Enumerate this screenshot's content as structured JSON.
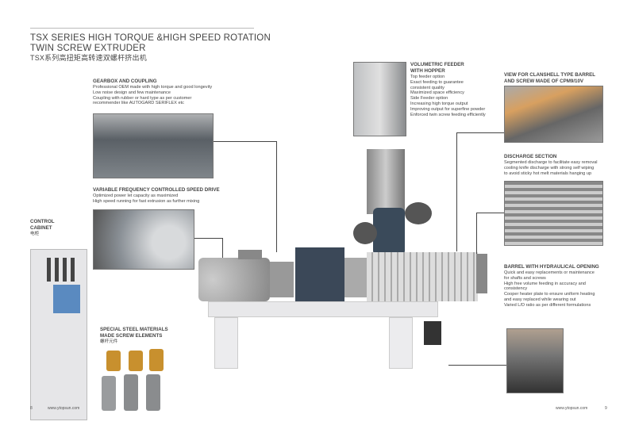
{
  "title": {
    "line1": "TSX SERIES HIGH TORQUE &HIGH SPEED ROTATION",
    "line2": "TWIN SCREW EXTRUDER",
    "line3": "TSX系列高扭矩高转速双螺杆挤出机"
  },
  "gearbox": {
    "heading": "GEARBOX AND COUPLING",
    "lines": [
      "Professional OEM made with high torque and good longevity",
      "Low noise design and few maintenance",
      "Coupling with rubber or hard type as per customer",
      "recommender like AUTOGARD SERIFLEX etc"
    ]
  },
  "drive": {
    "heading": "VARIABLE FREQUENCY CONTROLLED SPEED DRIVE",
    "lines": [
      "Optimized power let capacity as maximized",
      "High speed running for fast extrusion as further mixing"
    ]
  },
  "cabinet": {
    "heading1": "CONTROL",
    "heading2": "CABINET",
    "cn": "电柜"
  },
  "screws": {
    "heading1": "SPECIAL STEEL MATERIALS",
    "heading2": "MADE SCREW ELEMENTS",
    "cn": "螺杆元件"
  },
  "feeder": {
    "heading1": "VOLUMETRIC FEEDER",
    "heading2": "WITH HOPPER",
    "lines": [
      "Top feeder option",
      "Exact feeding to guarantee",
      "consistent quality",
      "Maximized space efficiency",
      "Side Feeder option",
      "Increasing high torque output",
      "Improving output for superfine powder",
      "Enforced twin screw feeding efficiently"
    ]
  },
  "clamshell": {
    "heading1": "VIEW FOR CLANSHELL TYPE BARREL",
    "heading2": "AND SCREW MADE OF CPM9/10V"
  },
  "discharge": {
    "heading": "DISCHARGE SECTION",
    "lines": [
      "Segmented discharge to facilitate easy removal",
      "cooling knife discharge with strong self wiping",
      "to avoid sticky hot melt materials hanging up"
    ]
  },
  "barrel": {
    "heading": "BARREL WITH HYDRAULICAL OPENING",
    "lines": [
      "Quick and easy replacements or maintenance",
      "for shafts and screws",
      "High free volume feeding in accuracy and",
      "consistency",
      "Cooper heater plate to ensure uniform heating",
      "and easy replaced while wearing out",
      "Varied L/D ratio as per different formulations"
    ]
  },
  "footer": {
    "left_page": "8",
    "left_url": "www.ytopsun.com",
    "right_url": "www.ytopsun.com",
    "right_page": "9"
  }
}
